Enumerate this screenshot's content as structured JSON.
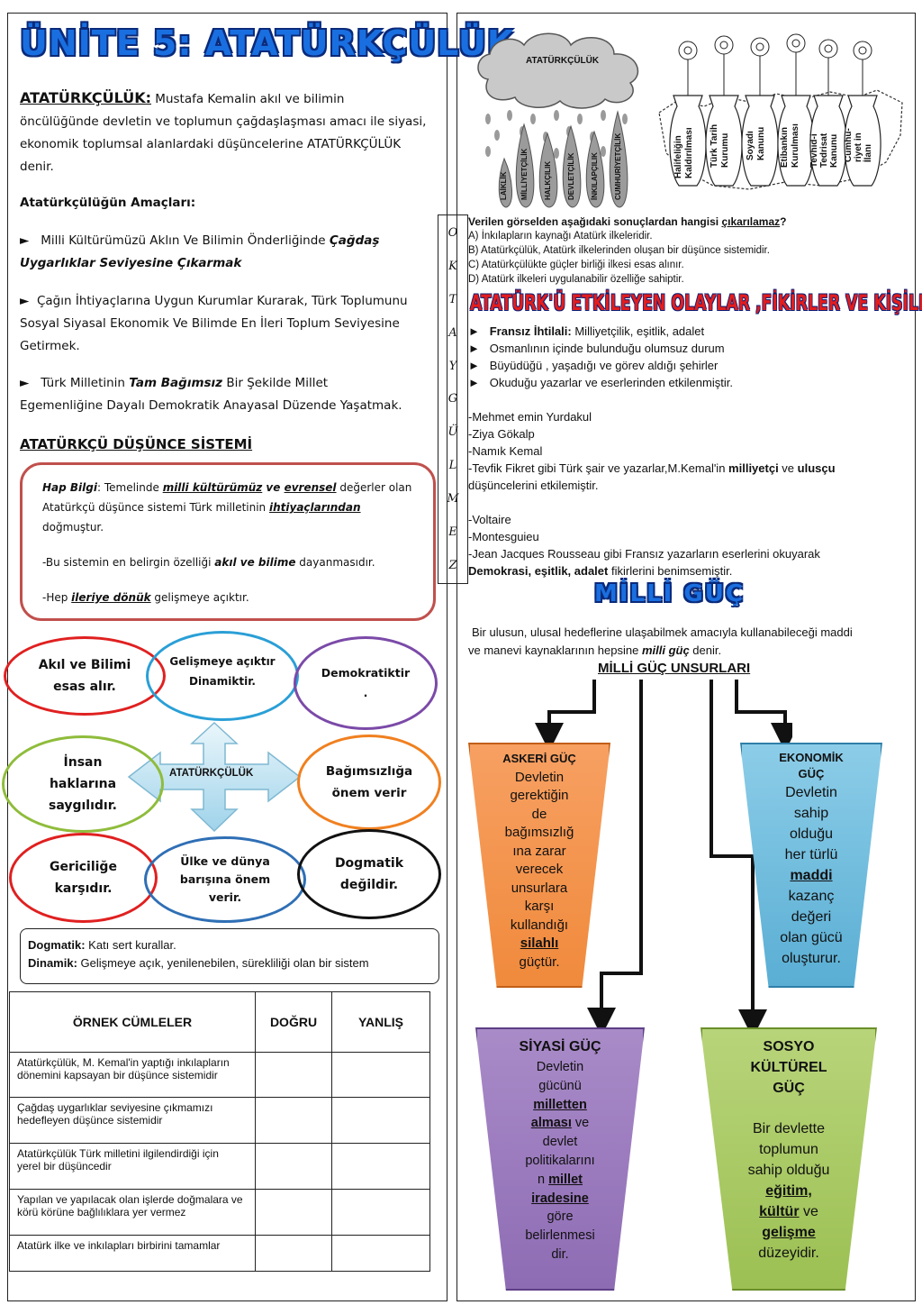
{
  "title": "ÜNİTE 5: ATATÜRKÇÜLÜK",
  "definition": {
    "term": "ATATÜRKÇÜLÜK:",
    "lines": [
      " Mustafa Kemalin akıl ve bilimin",
      "öncülüğünde devletin ve toplumun çağdaşlaşması amacı ile siyasi,",
      "ekonomik toplumsal alanlardaki düşüncelerine ATATÜRKÇÜLÜK",
      "denir."
    ]
  },
  "aims": {
    "heading": "Atatürkçülüğün Amaçları:",
    "bullet": "►",
    "items": [
      {
        "l1a": "Milli Kültürümüzü Aklın Ve Bilimin Önderliğinde ",
        "l1b": "Çağdaş",
        "l2": "Uygarlıklar Seviyesine Çıkarmak"
      },
      {
        "l1": "Çağın İhtiyaçlarına Uygun Kurumlar Kurarak, Türk Toplumunu",
        "l2": "Sosyal Siyasal Ekonomik Ve Bilimde En İleri Toplum Seviyesine",
        "l3": "Getirmek."
      },
      {
        "l1a": "Türk Milletinin ",
        "l1b": "Tam Bağımsız",
        "l1c": " Bir Şekilde Millet",
        "l2": "Egemenliğine Dayalı Demokratik Anayasal Düzende Yaşatmak."
      }
    ]
  },
  "system_heading": "ATATÜRKÇÜ DÜŞÜNCE SİSTEMİ",
  "hap_bilgi": {
    "p1": {
      "a": "Hap Bilgi",
      "b": ": Temelinde ",
      "c": "milli kültürümüz",
      "d": " ve ",
      "e": "evrensel",
      "f": " değerler olan",
      "g": "Atatürkçü düşünce sistemi Türk milletinin ",
      "h": "ihtiyaçlarından",
      "i": "doğmuştur."
    },
    "p2": {
      "a": "-Bu sistemin en belirgin özelliği ",
      "b": "akıl ve bilime",
      "c": " dayanmasıdır."
    },
    "p3": {
      "a": "-Hep ",
      "b": "ileriye dönük",
      "c": " gelişmeye açıktır."
    }
  },
  "diagram": {
    "center": "ATATÜRKÇÜLÜK",
    "ovals": [
      {
        "l1": "Akıl ve Bilimi",
        "l2": "esas alır.",
        "color": "#e02020"
      },
      {
        "l1": "Gelişmeye açıktır",
        "l2": "Dinamiktir.",
        "color": "#2a9fd6"
      },
      {
        "l1": "Demokratiktir",
        "l2": ".",
        "color": "#7b4aa8"
      },
      {
        "l1": "İnsan",
        "l2": "haklarına",
        "l3": "saygılıdır.",
        "color": "#8fbc3b"
      },
      {
        "l1": "Bağımsızlığa",
        "l2": "önem verir",
        "color": "#f08020"
      },
      {
        "l1": "Gericiliğe",
        "l2": "karşıdır.",
        "color": "#e02020"
      },
      {
        "l1": "Ülke ve dünya",
        "l2": "barışına önem",
        "l3": "verir.",
        "color": "#2f6fb5"
      },
      {
        "l1": "Dogmatik",
        "l2": "değildir.",
        "color": "#111111"
      }
    ]
  },
  "defs": {
    "d1k": "Dogmatik:",
    "d1v": " Katı sert kurallar.",
    "d2k": "Dinamik:",
    "d2v": " Gelişmeye açık, yenilenebilen, sürekliliği olan bir sistem"
  },
  "table": {
    "headers": [
      "ÖRNEK CÜMLELER",
      "DOĞRU",
      "YANLIŞ"
    ],
    "rows": [
      {
        "a": "Atatürkçülük, M. Kemal'in yaptığı inkılapların",
        "b": "dönemini kapsayan bir düşünce sistemidir"
      },
      {
        "a": "Çağdaş uygarlıklar seviyesine çıkmamızı",
        "b": "hedefleyen düşünce sistemidir"
      },
      {
        "a": "Atatürkçülük Türk milletini ilgilendirdiği için",
        "b": "yerel bir düşüncedir"
      },
      {
        "a": "Yapılan ve yapılacak olan işlerde doğmalara ve",
        "b": "körü körüne bağlılıklara yer vermez"
      },
      {
        "a": "Atatürk ilke ve inkılapları birbirini tamamlar",
        "b": ""
      }
    ]
  },
  "cloud": {
    "label": "ATATÜRKÇÜLÜK",
    "drops": [
      "LAİKLİK",
      "MİLLİYETÇİLİK",
      "HALKÇILIK",
      "DEVLETÇİLİK",
      "İNKILAPÇILIK",
      "CUMHURİYETÇİLİK"
    ]
  },
  "vases": [
    {
      "l1": "Halifeliğin",
      "l2": "Kaldırılması"
    },
    {
      "l1": "Türk Tarih",
      "l2": "Kurumu"
    },
    {
      "l1": "Soyadı",
      "l2": "Kanunu"
    },
    {
      "l1": "Etibankın",
      "l2": "Kurulması"
    },
    {
      "l1": "Tevhid-i",
      "l2": "Tedrisat",
      "l3": "Kanunu"
    },
    {
      "l1": "Cumhu-",
      "l2": "riyet in",
      "l3": "İlanı"
    }
  ],
  "okta": [
    "O",
    "K",
    "T",
    "A",
    "Y",
    "G",
    "Ü",
    "L",
    "M",
    "E",
    "Z"
  ],
  "question": {
    "stem_a": "Verilen görselden aşağıdaki sonuçlardan hangisi ",
    "stem_b": "çıkarılamaz",
    "stem_c": "?",
    "options": [
      "A) İnkılapların kaynağı Atatürk ilkeleridir.",
      "B) Atatürkçülük, Atatürk ilkelerinden oluşan bir düşünce sistemidir.",
      "C) Atatürkçülükte güçler birliği ilkesi esas alınır.",
      "D) Atatürk ilkeleri uygulanabilir özelliğe sahiptir."
    ]
  },
  "influences": {
    "heading": "ATATÜRK'Ü ETKİLEYEN OLAYLAR ,FİKİRLER VE KİŞİLER",
    "b1k": "Fransız İhtilali:",
    "b1v": " Milliyetçilik, eşitlik, adalet",
    "b2": "Osmanlının içinde bulunduğu olumsuz durum",
    "b3": "Büyüdüğü , yaşadığı ve görev aldığı şehirler",
    "b4": "Okuduğu yazarlar ve eserlerinden etkilenmiştir.",
    "t1": "-Mehmet emin Yurdakul",
    "t2": "-Ziya Gökalp",
    "t3": "-Namık Kemal",
    "t4a": "-Tevfik Fikret gibi Türk şair ve yazarlar,M.Kemal'in ",
    "t4b": "milliyetçi",
    "t4c": " ve ",
    "t4d": "ulusçu",
    "t5": "düşüncelerini etkilemiştir.",
    "f1": "-Voltaire",
    "f2": "-Montesguieu",
    "f3": "-Jean Jacques Rousseau gibi Fransız yazarların eserlerini okuyarak",
    "f4a": "Demokrasi, eşitlik, adalet",
    "f4b": " fikirlerini benimsemiştir."
  },
  "milli_guc": {
    "heading": "MİLLİ GÜÇ",
    "def1": "Bir ulusun, ulusal hedeflerine ulaşabilmek amacıyla kullanabileceği maddi",
    "def2a": "ve manevi kaynaklarının hepsine ",
    "def2b": "milli güç",
    "def2c": " denir.",
    "units": "MİLLİ GÜÇ UNSURLARI",
    "askeri": {
      "t": "ASKERİ GÜÇ",
      "lines": [
        "Devletin",
        "gerektiğin",
        "de",
        "bağımsızlığ",
        "ına zarar",
        "verecek",
        "unsurlara",
        "karşı",
        "kullandığı"
      ],
      "u": "silahlı",
      "end": "güçtür."
    },
    "ekonomik": {
      "t1": "EKONOMİK",
      "t2": "GÜÇ",
      "lines": [
        "Devletin",
        "sahip",
        "olduğu",
        "her türlü"
      ],
      "u": "maddi",
      "lines2": [
        "kazanç",
        "değeri",
        "olan gücü",
        "oluşturur."
      ]
    },
    "siyasi": {
      "t": "SİYASİ GÜÇ",
      "l1": "Devletin",
      "l2": "gücünü",
      "u1": "milletten",
      "u2": "alması",
      "l3": " ve",
      "l4": "devlet",
      "l5": "politikalarını",
      "l6": "n ",
      "u3": "millet",
      "u4": "iradesine",
      "l7": "göre",
      "l8": "belirlenmesi",
      "l9": "dir."
    },
    "sosyo": {
      "t1": "SOSYO",
      "t2": "KÜLTÜREL",
      "t3": "GÜÇ",
      "l1": "Bir devlette",
      "l2": "toplumun",
      "l3": "sahip olduğu",
      "u1": "eğitim,",
      "u2": "kültür",
      "l4": " ve",
      "u3": "gelişme",
      "l5": "düzeyidir."
    }
  }
}
